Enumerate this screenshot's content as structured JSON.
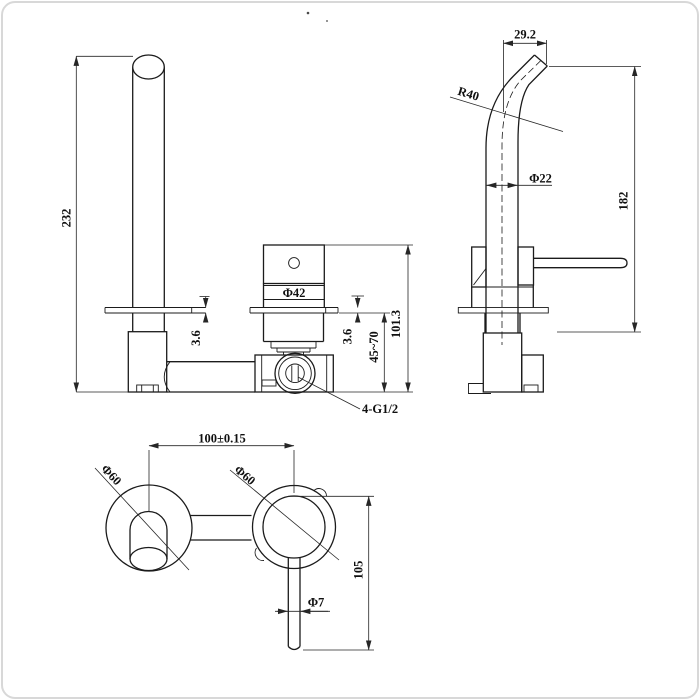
{
  "front_view": {
    "height": "232",
    "plate_thickness_left": "3.6",
    "trim_diameter": "Φ42",
    "plate_thickness_right": "3.6",
    "depth_range": "45~70",
    "overall_depth": "101.3",
    "thread_label": "4-G1/2"
  },
  "side_view": {
    "tip_length": "29.2",
    "bend_radius": "R40",
    "spout_diameter": "Φ22",
    "height": "182"
  },
  "plan_view": {
    "centers_distance": "100±0.15",
    "left_plate_diameter": "Φ60",
    "right_plate_diameter": "Φ60",
    "handle_projection": "105",
    "lever_diameter": "Φ7"
  },
  "colors": {
    "line": "#1b1b1b",
    "dimension": "#262626",
    "border": "#d8d8d8",
    "background": "#ffffff"
  }
}
